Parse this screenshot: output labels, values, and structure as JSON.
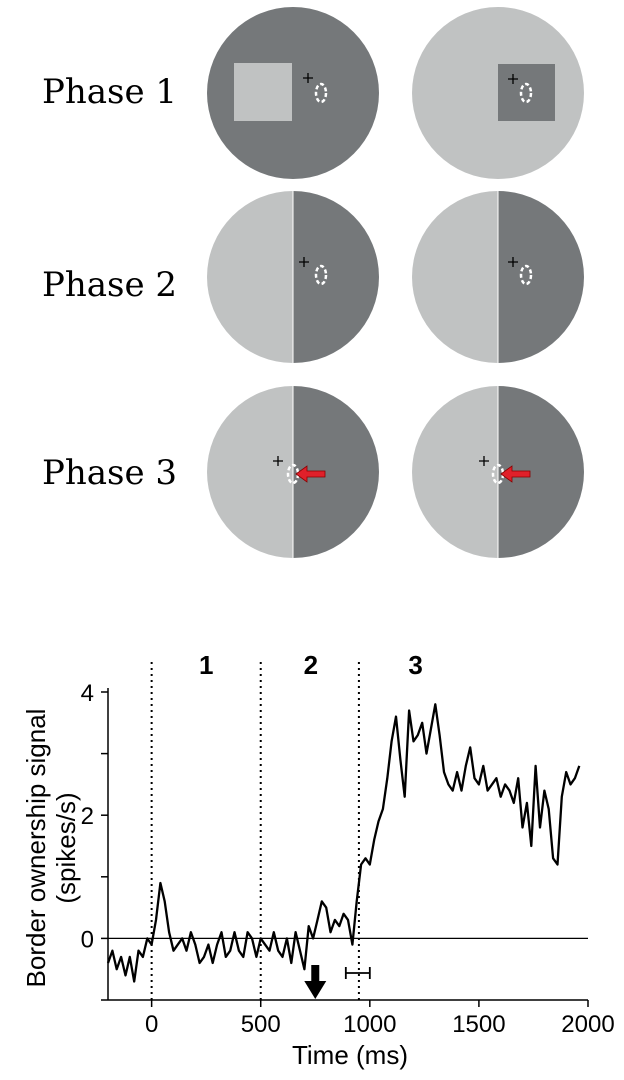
{
  "phases": [
    {
      "label": "Phase 1",
      "left": {
        "bg": "dark",
        "square": "light"
      },
      "right": {
        "bg": "light",
        "square": "dark"
      }
    },
    {
      "label": "Phase 2"
    },
    {
      "label": "Phase 3",
      "arrow": "red"
    }
  ],
  "colors": {
    "dark_gray": "#75787a",
    "light_gray": "#c0c2c2",
    "arrow_red": "#e0202a",
    "trace": "#000000"
  },
  "chart_data": {
    "type": "line",
    "xlabel": "Time (ms)",
    "ylabel_lines": [
      "Border ownership signal",
      "(spikes/s)"
    ],
    "xlim": [
      -200,
      2000
    ],
    "ylim": [
      -1,
      4
    ],
    "x_ticks": [
      0,
      500,
      1000,
      1500,
      2000
    ],
    "y_ticks": [
      0,
      2,
      4
    ],
    "phase_markers": [
      {
        "label": "1",
        "x": 0
      },
      {
        "label": "2",
        "x": 500
      },
      {
        "label": "3",
        "x": 950
      }
    ],
    "phase_label_x": [
      250,
      730,
      1210
    ],
    "reference_line_y": 0,
    "arrow_x": 750,
    "errorbar_x": [
      890,
      1000
    ],
    "series": [
      {
        "x": [
          -200,
          -180,
          -160,
          -140,
          -120,
          -100,
          -80,
          -60,
          -40,
          -20,
          0,
          20,
          40,
          60,
          80,
          100,
          120,
          140,
          160,
          180,
          200,
          220,
          240,
          260,
          280,
          300,
          320,
          340,
          360,
          380,
          400,
          420,
          440,
          460,
          480,
          500,
          520,
          540,
          560,
          580,
          600,
          620,
          640,
          660,
          680,
          700,
          720,
          740,
          760,
          780,
          800,
          820,
          840,
          860,
          880,
          900,
          920,
          940,
          960,
          980,
          1000,
          1020,
          1040,
          1060,
          1080,
          1100,
          1120,
          1140,
          1160,
          1180,
          1200,
          1220,
          1240,
          1260,
          1280,
          1300,
          1320,
          1340,
          1360,
          1380,
          1400,
          1420,
          1440,
          1460,
          1480,
          1500,
          1520,
          1540,
          1560,
          1580,
          1600,
          1620,
          1640,
          1660,
          1680,
          1700,
          1720,
          1740,
          1760,
          1780,
          1800,
          1820,
          1840,
          1860,
          1880,
          1900,
          1920,
          1940,
          1960
        ],
        "y": [
          -0.4,
          -0.2,
          -0.5,
          -0.3,
          -0.6,
          -0.3,
          -0.7,
          -0.2,
          -0.3,
          0.0,
          -0.1,
          0.3,
          0.9,
          0.6,
          0.1,
          -0.2,
          -0.1,
          0.0,
          -0.2,
          0.1,
          -0.1,
          -0.4,
          -0.3,
          -0.1,
          -0.4,
          -0.1,
          0.1,
          -0.3,
          -0.2,
          0.1,
          -0.2,
          -0.3,
          0.1,
          0.0,
          -0.3,
          0.0,
          -0.1,
          -0.2,
          0.1,
          -0.2,
          -0.3,
          0.0,
          -0.4,
          0.1,
          -0.2,
          -0.5,
          0.2,
          0.0,
          0.3,
          0.6,
          0.5,
          0.1,
          0.3,
          0.2,
          0.4,
          0.3,
          -0.1,
          0.6,
          1.2,
          1.3,
          1.2,
          1.6,
          1.9,
          2.1,
          2.6,
          3.2,
          3.6,
          2.9,
          2.3,
          3.7,
          3.2,
          3.3,
          3.5,
          3.0,
          3.4,
          3.8,
          3.3,
          2.7,
          2.5,
          2.4,
          2.7,
          2.4,
          2.8,
          3.1,
          2.6,
          2.5,
          2.8,
          2.4,
          2.5,
          2.6,
          2.3,
          2.5,
          2.4,
          2.2,
          2.6,
          1.8,
          2.2,
          1.5,
          2.8,
          1.8,
          2.4,
          2.1,
          1.3,
          1.2,
          2.3,
          2.7,
          2.5,
          2.6,
          2.8
        ]
      }
    ]
  }
}
